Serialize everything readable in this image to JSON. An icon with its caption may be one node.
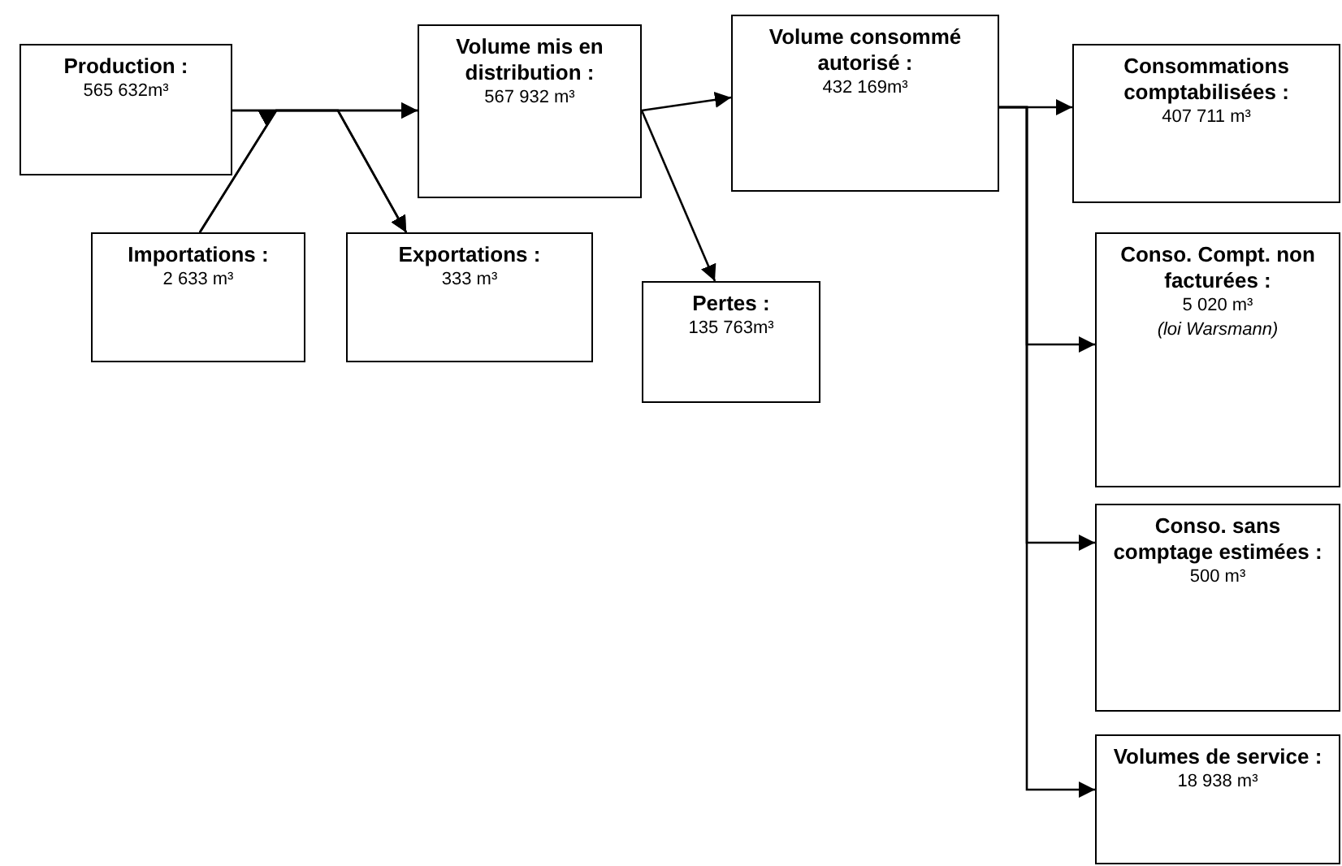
{
  "diagram": {
    "nodes": [
      {
        "text": [
          "Production :",
          "565 632m³"
        ]
      },
      {
        "text": [
          "Importations :",
          "2 633 m³"
        ]
      },
      {
        "text": [
          "Exportations :",
          "333 m³"
        ]
      },
      {
        "text": [
          "Volume mis en distribution :",
          "567 932 m³"
        ]
      },
      {
        "text": [
          "Pertes :",
          "135 763m³"
        ]
      },
      {
        "text": [
          "Volume consommé autorisé :",
          "432 169m³"
        ]
      },
      {
        "text": [
          "Consommations comptabilisées :",
          "407 711 m³"
        ]
      },
      {
        "text": [
          "Conso. Compt. non facturées :",
          "5 020 m³",
          "(loi Warsmann)"
        ]
      },
      {
        "text": [
          "Conso. sans comptage estimées :",
          "500 m³"
        ]
      },
      {
        "text": [
          "Volumes de service :",
          "18 938 m³"
        ]
      }
    ],
    "edges": [
      {
        "from": 0,
        "to": 3,
        "arrow": "to"
      },
      {
        "from": 1,
        "to": 3,
        "arrow": "to"
      },
      {
        "from": 0,
        "to": 2,
        "arrow": "to"
      },
      {
        "from": 1,
        "to": 2,
        "arrow": "to"
      },
      {
        "from": 3,
        "to": 5,
        "arrow": "to"
      },
      {
        "from": 3,
        "to": 4,
        "arrow": "to"
      },
      {
        "from": 5,
        "to": 6,
        "arrow": "to"
      },
      {
        "from": 5,
        "to": 7,
        "arrow": "to"
      },
      {
        "from": 5,
        "to": 8,
        "arrow": "to"
      },
      {
        "from": 5,
        "to": 9,
        "arrow": "to"
      }
    ]
  }
}
